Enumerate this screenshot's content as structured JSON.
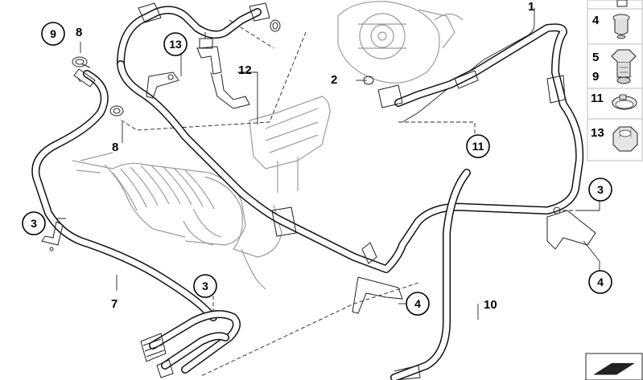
{
  "diagram": {
    "labels": {
      "p1": "1",
      "p2": "2",
      "p3a": "3",
      "p3b": "3",
      "p3c": "3",
      "p4a": "4",
      "p4b": "4",
      "p7": "7",
      "p8a": "8",
      "p8b": "8",
      "p9": "9",
      "p10": "10",
      "p11": "11",
      "p12": "12",
      "p13": "13"
    },
    "side_panel": {
      "items": [
        {
          "label": "4"
        },
        {
          "label": "5"
        },
        {
          "label": "9"
        },
        {
          "label": "11"
        },
        {
          "label": "13"
        }
      ]
    }
  }
}
